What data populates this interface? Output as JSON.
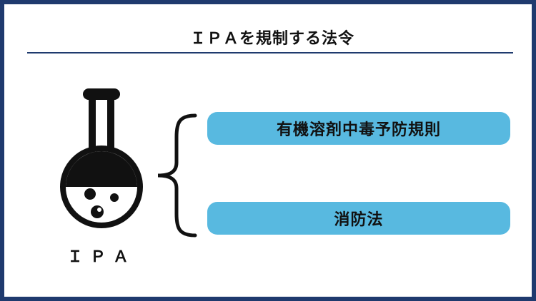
{
  "title": "ＩＰＡを規制する法令",
  "subject_label": "ＩＰＡ",
  "laws": [
    {
      "label": "有機溶剤中毒予防規則"
    },
    {
      "label": "消防法"
    }
  ],
  "colors": {
    "frame": "#1f3a6e",
    "law_box": "#58b9e0",
    "flask": "#111111"
  },
  "icons": {
    "flask": "flask-icon",
    "brace": "curly-brace-icon"
  }
}
